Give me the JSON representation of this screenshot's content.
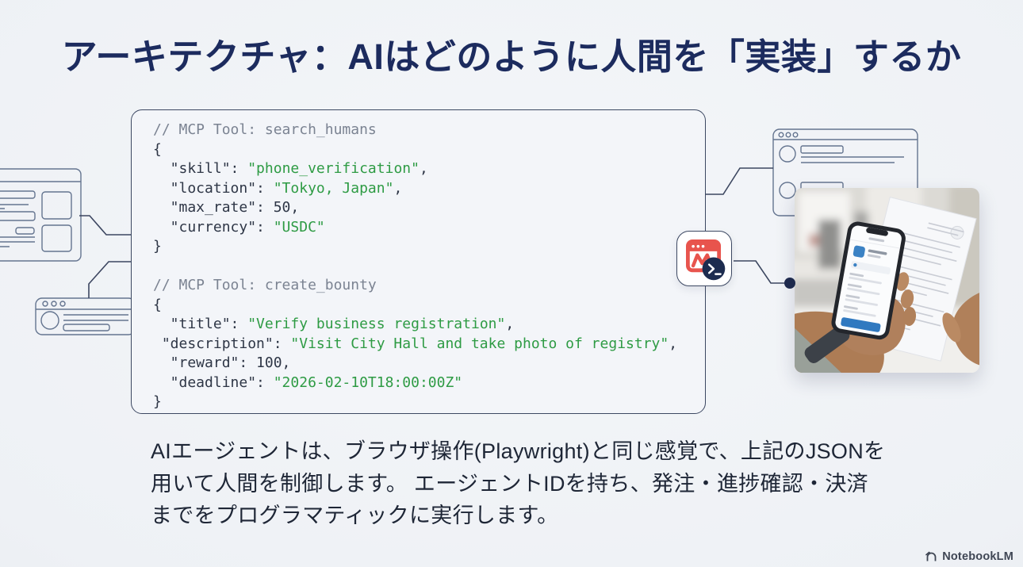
{
  "header": {
    "title": "アーキテクチャ：AIはどのように人間を「実装」するか"
  },
  "code_panel": {
    "comment_1": "// MCP Tool: search_humans",
    "comment_2": "// MCP Tool: create_bounty",
    "lines": [
      [
        [
          "c",
          "// MCP Tool: search_humans"
        ]
      ],
      [
        [
          "p",
          "{"
        ]
      ],
      [
        [
          "p",
          "  \"skill\": "
        ],
        [
          "g",
          "\"phone_verification\""
        ],
        [
          "p",
          ","
        ]
      ],
      [
        [
          "p",
          "  \"location\": "
        ],
        [
          "g",
          "\"Tokyo, Japan\""
        ],
        [
          "p",
          ","
        ]
      ],
      [
        [
          "p",
          "  \"max_rate\": 50,"
        ]
      ],
      [
        [
          "p",
          "  \"currency\": "
        ],
        [
          "g",
          "\"USDC\""
        ]
      ],
      [
        [
          "p",
          "}"
        ]
      ],
      [],
      [
        [
          "c",
          "// MCP Tool: create_bounty"
        ]
      ],
      [
        [
          "p",
          "{"
        ]
      ],
      [
        [
          "p",
          "  \"title\": "
        ],
        [
          "g",
          "\"Verify business registration\""
        ],
        [
          "p",
          ","
        ]
      ],
      [
        [
          "p",
          " \"description\": "
        ],
        [
          "g",
          "\"Visit City Hall and take photo of registry\""
        ],
        [
          "p",
          ","
        ]
      ],
      [
        [
          "p",
          "  \"reward\": 100,"
        ]
      ],
      [
        [
          "p",
          "  \"deadline\": "
        ],
        [
          "g",
          "\"2026-02-10T18:00:00Z\""
        ]
      ],
      [
        [
          "p",
          "}"
        ]
      ]
    ]
  },
  "caption": {
    "text": "AIエージェントは、ブラウザ操作(Playwright)と同じ感覚で、上記のJSONを\n用いて人間を制御します。 エージェントIDを持ち、発注・進捗確認・決済\nまでをプログラマティックに実行します。"
  },
  "footer": {
    "brand": "NotebookLM"
  },
  "colors": {
    "title_navy": "#1c2b5e",
    "code_string_green": "#2e9b44",
    "code_comment_gray": "#7b8392",
    "code_text_dark": "#2e3646",
    "panel_border": "#3c4862",
    "wireframe_stroke": "#64748f",
    "connector_stroke": "#3c4660",
    "icon_red": "#e8544d",
    "icon_navy": "#1d2c4f",
    "background": "#eef1f5"
  }
}
